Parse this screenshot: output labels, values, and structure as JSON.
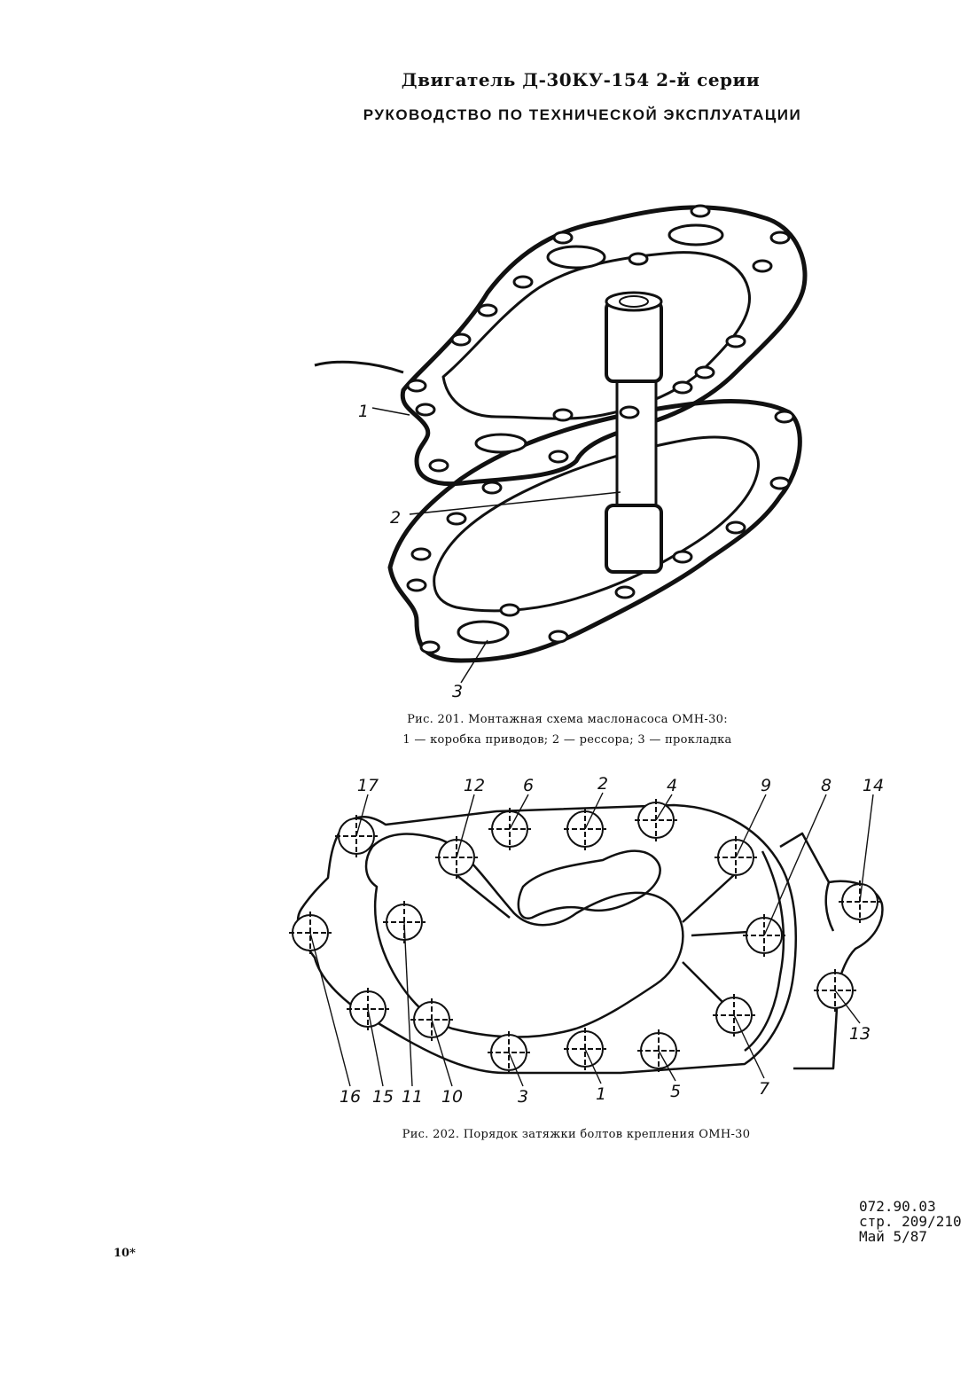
{
  "header": {
    "title": "Двигатель Д-30КУ-154 2-й серии",
    "subtitle": "РУКОВОДСТВО ПО ТЕХНИЧЕСКОЙ ЭКСПЛУАТАЦИИ"
  },
  "figure_201": {
    "caption": "Рис. 201. Монтажная схема маслонасоса ОМН-30:",
    "legend": "1 — коробка приводов; 2 — рессора; 3 — прокладка",
    "callouts": [
      "1",
      "2",
      "3"
    ]
  },
  "figure_202": {
    "caption": "Рис. 202. Порядок затяжки болтов крепления ОМН-30",
    "bolt_labels": [
      "17",
      "12",
      "6",
      "2",
      "4",
      "9",
      "8",
      "14",
      "16",
      "15",
      "11",
      "10",
      "3",
      "1",
      "5",
      "7",
      "13"
    ]
  },
  "footer": {
    "doc_code": "072.90.03",
    "page": "стр. 209/210",
    "date": "Май 5/87",
    "sheet_mark": "10*"
  }
}
